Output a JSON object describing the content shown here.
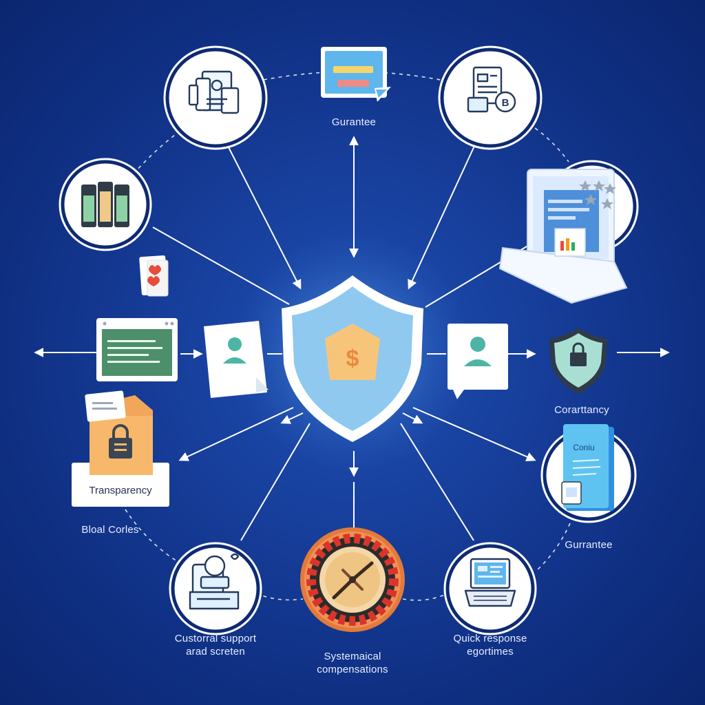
{
  "labels": {
    "top": "Gurantee",
    "right_mid": "Corarttancy",
    "left_mid": "Transparency",
    "left_low": "Bloal Corles",
    "right_low": "Gurrantee",
    "bottom_left": "Custorral support\narad screten",
    "bottom_center": "Systemaical\ncompensations",
    "bottom_right": "Quick response\negortimes"
  },
  "icons": {
    "center": "shield-dollar-icon",
    "top_left": "documents-devices-icon",
    "top": "message-window-icon",
    "top_right": "invoice-bitcoin-icon",
    "left_upper": "batteries-icon",
    "right_upper": "laptop-reviews-icon",
    "cards": "playing-cards-icon",
    "left_window": "browser-window-icon",
    "left_profile": "profile-document-icon",
    "right_profile": "profile-chat-icon",
    "right_lock": "lock-shield-icon",
    "folder_lock": "locked-folder-icon",
    "right_book": "manual-book-icon",
    "bottom_left": "support-desk-icon",
    "bottom_center": "roulette-wheel-icon",
    "bottom_right": "laptop-dashboard-icon"
  },
  "text_marks": {
    "dollar": "$",
    "bitcoin": "B",
    "book_title": "Coniu"
  },
  "colors": {
    "background": "#173f9c",
    "shield": "#8fc9ef",
    "dollar_badge": "#f7c57a",
    "wire": "#ffffff"
  }
}
